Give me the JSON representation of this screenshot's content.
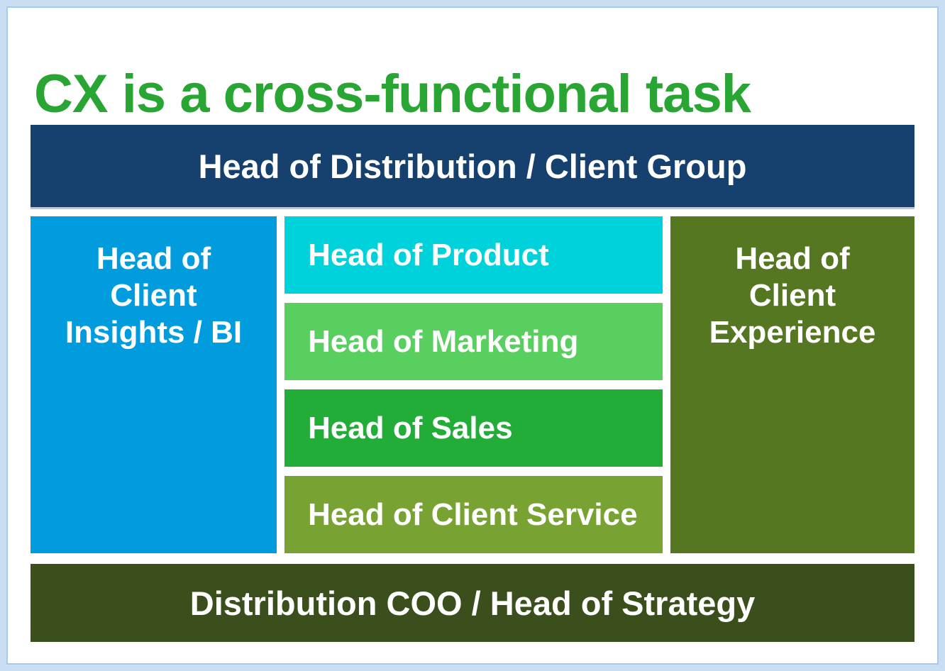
{
  "slide": {
    "title": "CX is a cross-functional task",
    "org_chart": {
      "top_banner": "Head of Distribution / Client Group",
      "left_box": "Head of\nClient\nInsights / BI",
      "middle_boxes": [
        "Head of Product",
        "Head of Marketing",
        "Head of Sales",
        "Head of Client Service"
      ],
      "right_box": "Head of\nClient\nExperience",
      "bottom_banner": "Distribution COO / Head of Strategy"
    }
  },
  "colors": {
    "frame_outer": "#c9ddf3",
    "frame_inner": "#aac8ea",
    "title": "#28a532",
    "navy": "#16406e",
    "blue": "#009cde",
    "cyan": "#00d2db",
    "light_green": "#59cf60",
    "green": "#21ad38",
    "olive": "#78a231",
    "dark_olive": "#567721",
    "darker_olive": "#3a4f1c",
    "text_white": "#ffffff"
  }
}
